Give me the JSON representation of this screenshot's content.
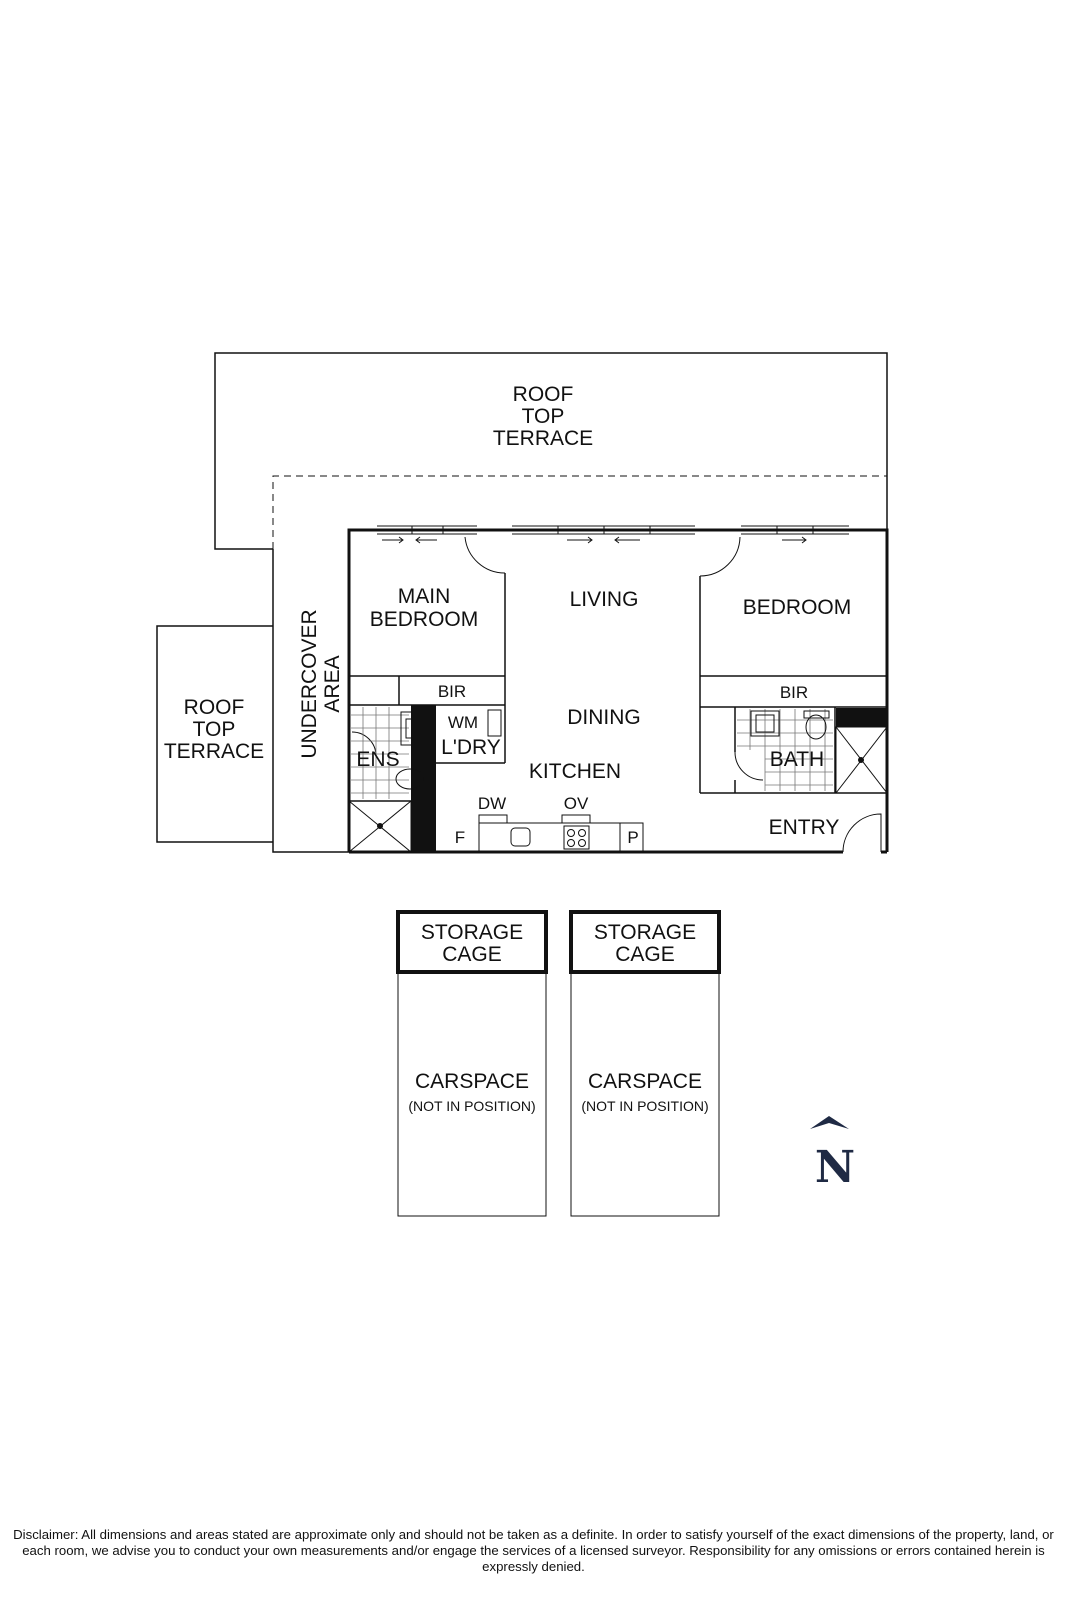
{
  "rooms": {
    "roof_top_terrace_top": [
      "ROOF",
      "TOP",
      "TERRACE"
    ],
    "roof_top_terrace_left": [
      "ROOF",
      "TOP",
      "TERRACE"
    ],
    "undercover_area": [
      "UNDERCOVER",
      "AREA"
    ],
    "main_bedroom": [
      "MAIN",
      "BEDROOM"
    ],
    "living": "LIVING",
    "bedroom": "BEDROOM",
    "bir_main": "BIR",
    "bir_bedroom": "BIR",
    "wm": "WM",
    "laundry": "L'DRY",
    "dining": "DINING",
    "ens": "ENS",
    "kitchen": "KITCHEN",
    "bath": "BATH",
    "dw": "DW",
    "ov": "OV",
    "fridge": "F",
    "pantry": "P",
    "entry": "ENTRY"
  },
  "parking": [
    {
      "storage": [
        "STORAGE",
        "CAGE"
      ],
      "carspace": "CARSPACE",
      "note": "(NOT IN POSITION)"
    },
    {
      "storage": [
        "STORAGE",
        "CAGE"
      ],
      "carspace": "CARSPACE",
      "note": "(NOT IN POSITION)"
    }
  ],
  "compass": {
    "label": "N",
    "color": "#1f2a44"
  },
  "disclaimer": "Disclaimer: All dimensions and areas stated are approximate only and should not be taken as a definite. In order to satisfy yourself of the exact dimensions of the property, land, or each room, we advise you to conduct your own measurements and/or engage the services of a licensed surveyor. Responsibility for any omissions or errors contained herein is expressly denied."
}
